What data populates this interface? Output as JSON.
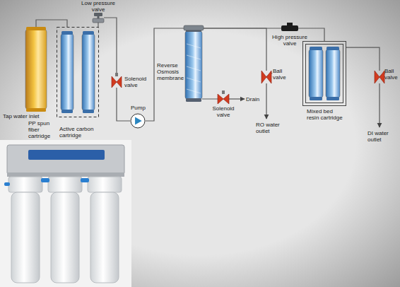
{
  "diagram": {
    "nodes": [
      {
        "text": [
          "PP spun fiber cartridge"
        ]
      },
      {
        "text": [
          "Active carbon cartridge"
        ]
      },
      {
        "text": [
          "Low pressure valve"
        ]
      },
      {
        "text": [
          "Solenoid valve"
        ]
      },
      {
        "text": [
          "Pump"
        ]
      },
      {
        "text": [
          "Reverse Osmosis membrane"
        ]
      },
      {
        "text": [
          "Solenoid valve"
        ]
      },
      {
        "text": [
          "High pressure valve"
        ]
      },
      {
        "text": [
          "Ball valve"
        ]
      },
      {
        "text": [
          "Mixed bed resin cartridge"
        ]
      },
      {
        "text": [
          "Ball valve"
        ]
      }
    ],
    "edges": [
      {
        "from": 0,
        "to": 1,
        "arrow": "none"
      },
      {
        "from": 1,
        "to": 2,
        "arrow": "none"
      },
      {
        "from": 2,
        "to": 3,
        "arrow": "none"
      },
      {
        "from": 3,
        "to": 4,
        "arrow": "none"
      },
      {
        "from": 4,
        "to": 5,
        "arrow": "none"
      },
      {
        "from": 5,
        "to": 6,
        "arrow": "none"
      },
      {
        "from": 5,
        "to": 8,
        "arrow": "none"
      },
      {
        "from": 5,
        "to": 7,
        "arrow": "none"
      },
      {
        "from": 7,
        "to": 9,
        "arrow": "none"
      },
      {
        "from": 9,
        "to": 10,
        "arrow": "none"
      }
    ],
    "labels": [
      "Tap water inlet",
      "Drain",
      "RO water outlet",
      "DI water outlet"
    ]
  }
}
